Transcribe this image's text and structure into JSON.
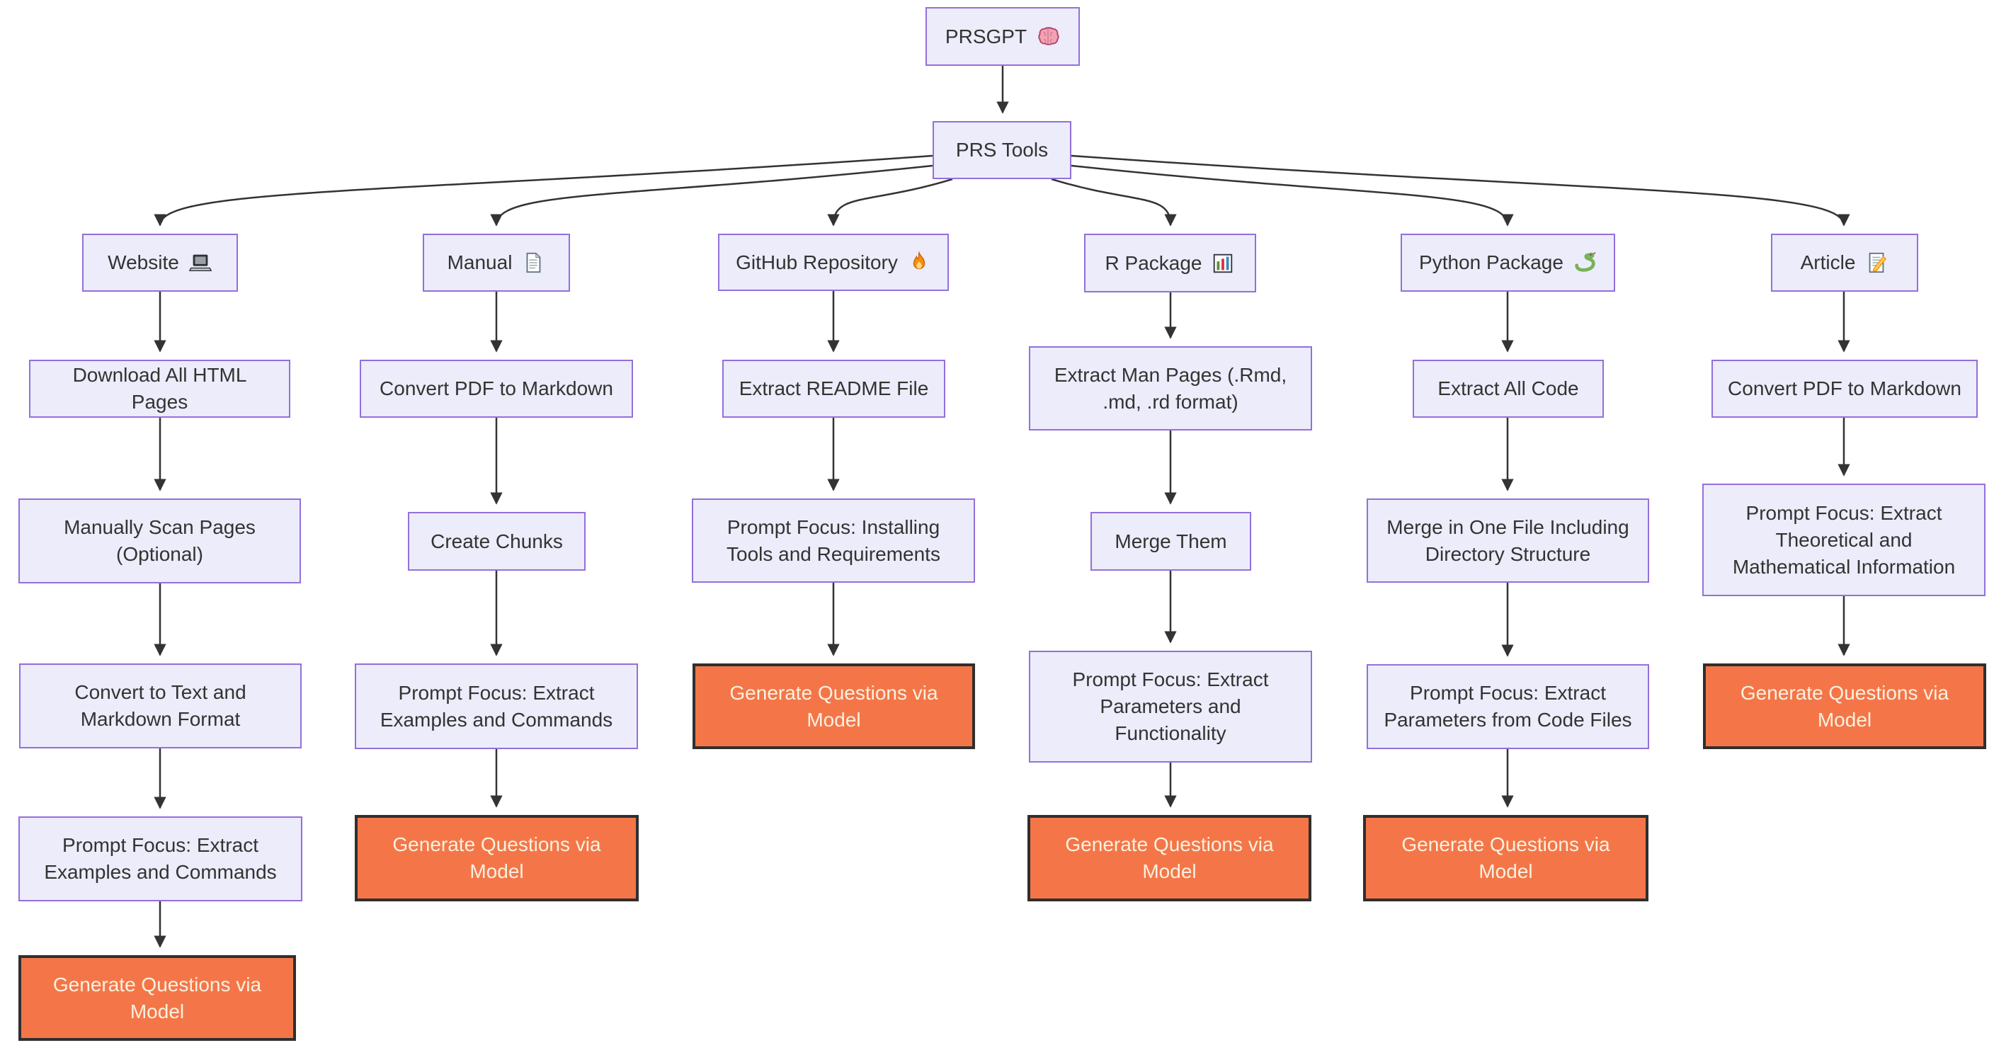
{
  "diagram": {
    "root": {
      "label": "PRSGPT",
      "icon": "brain-icon"
    },
    "hub": {
      "label": "PRS Tools"
    },
    "columns": [
      {
        "header": "Website",
        "icon": "laptop-icon",
        "steps": [
          "Download All HTML Pages",
          "Manually Scan Pages (Optional)",
          "Convert to Text and Markdown Format",
          "Prompt Focus: Extract Examples and Commands"
        ],
        "final": "Generate Questions via Model"
      },
      {
        "header": "Manual",
        "icon": "page-icon",
        "steps": [
          "Convert PDF to Markdown",
          "Create Chunks",
          "Prompt Focus: Extract Examples and Commands"
        ],
        "final": "Generate Questions via Model"
      },
      {
        "header": "GitHub Repository",
        "icon": "fire-icon",
        "steps": [
          "Extract README File",
          "Prompt Focus: Installing Tools and Requirements"
        ],
        "final": "Generate Questions via Model"
      },
      {
        "header": "R Package",
        "icon": "bar-chart-icon",
        "steps": [
          "Extract Man Pages (.Rmd, .md, .rd format)",
          "Merge Them",
          "Prompt Focus: Extract Parameters and Functionality"
        ],
        "final": "Generate Questions via Model"
      },
      {
        "header": "Python Package",
        "icon": "snake-icon",
        "steps": [
          "Extract All Code",
          "Merge in One File Including Directory Structure",
          "Prompt Focus: Extract Parameters from Code Files"
        ],
        "final": "Generate Questions via Model"
      },
      {
        "header": "Article",
        "icon": "memo-icon",
        "steps": [
          "Convert PDF to Markdown",
          "Prompt Focus: Extract Theoretical and Mathematical Information"
        ],
        "final": "Generate Questions via Model"
      }
    ],
    "colors": {
      "node_fill": "#ECECFA",
      "node_border": "#9370DB",
      "final_fill": "#F47648",
      "final_border": "#2F2F2F",
      "edge": "#333333",
      "text": "#333333",
      "final_text": "#FAF1E0"
    }
  }
}
